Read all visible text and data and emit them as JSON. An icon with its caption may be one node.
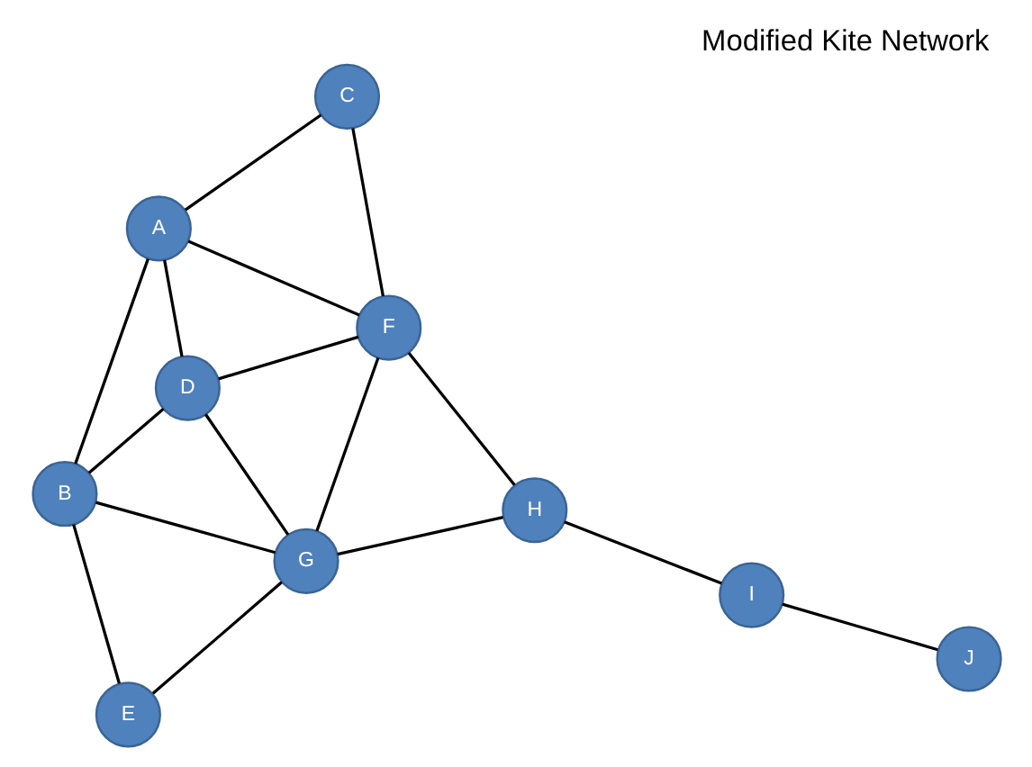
{
  "diagram": {
    "title": "Modified Kite Network",
    "nodes": [
      {
        "text": [
          "C"
        ]
      },
      {
        "text": [
          "A"
        ]
      },
      {
        "text": [
          "F"
        ]
      },
      {
        "text": [
          "D"
        ]
      },
      {
        "text": [
          "H"
        ]
      },
      {
        "text": [
          "I"
        ]
      },
      {
        "text": [
          "J"
        ]
      },
      {
        "text": [
          "B"
        ]
      },
      {
        "text": [
          "G"
        ]
      },
      {
        "text": [
          "E"
        ]
      }
    ],
    "edges": [
      {
        "from": 0,
        "to": 1,
        "arrow": "none"
      },
      {
        "from": 0,
        "to": 2,
        "arrow": "none"
      },
      {
        "from": 1,
        "to": 2,
        "arrow": "none"
      },
      {
        "from": 1,
        "to": 3,
        "arrow": "none"
      },
      {
        "from": 1,
        "to": 7,
        "arrow": "none"
      },
      {
        "from": 2,
        "to": 3,
        "arrow": "none"
      },
      {
        "from": 2,
        "to": 8,
        "arrow": "none"
      },
      {
        "from": 2,
        "to": 4,
        "arrow": "none"
      },
      {
        "from": 3,
        "to": 7,
        "arrow": "none"
      },
      {
        "from": 3,
        "to": 8,
        "arrow": "none"
      },
      {
        "from": 7,
        "to": 8,
        "arrow": "none"
      },
      {
        "from": 7,
        "to": 9,
        "arrow": "none"
      },
      {
        "from": 9,
        "to": 8,
        "arrow": "none"
      },
      {
        "from": 8,
        "to": 4,
        "arrow": "none"
      },
      {
        "from": 4,
        "to": 5,
        "arrow": "none"
      },
      {
        "from": 5,
        "to": 6,
        "arrow": "none"
      }
    ]
  }
}
